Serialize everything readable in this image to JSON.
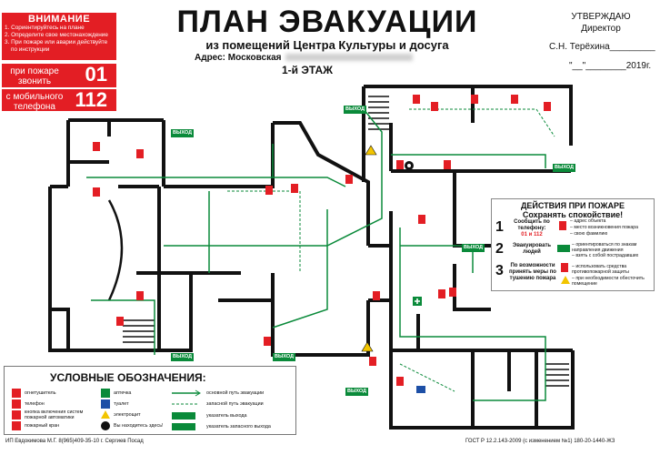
{
  "attention": {
    "title": "ВНИМАНИЕ",
    "items": [
      "1. Сориентируйтесь на плане",
      "2. Определите свое местонахождение",
      "3. При пожаре или аварии действуйте",
      "по инструкции"
    ]
  },
  "fire_call": {
    "label": "при пожаре звонить",
    "number": "01"
  },
  "mobile_call": {
    "label": "с мобильного телефона",
    "number": "112"
  },
  "header": {
    "title": "ПЛАН ЭВАКУАЦИИ",
    "subtitle": "из помещений Центра Культуры и досуга",
    "address_label": "Адрес: Московская",
    "floor": "1-й ЭТАЖ"
  },
  "approval": {
    "line1": "УТВЕРЖДАЮ",
    "line2": "Директор",
    "approver": "С.Н. Терёхина_________",
    "date": "\"__\"________2019г."
  },
  "actions": {
    "title": "ДЕЙСТВИЯ ПРИ ПОЖАРЕ",
    "subtitle": "Сохранять спокойствие!",
    "steps": [
      {
        "num": "1",
        "text": "Сообщить по телефону:",
        "phones": "01 и 112",
        "notes": [
          "– адрес объекта",
          "– место возникновения пожара",
          "– свою фамилию"
        ]
      },
      {
        "num": "2",
        "text": "Эвакуировать людей",
        "notes": [
          "– ориентироваться по знакам направления движения",
          "– взять с собой пострадавших"
        ]
      },
      {
        "num": "3",
        "text": "По возможности принять меры по тушению пожара",
        "notes": [
          "– использовать средства противопожарной защиты",
          "– при необходимости обесточить помещение"
        ]
      }
    ]
  },
  "legend": {
    "title": "УСЛОВНЫЕ ОБОЗНАЧЕНИЯ:",
    "items": [
      "огнетушитель",
      "телефон",
      "кнопка включения систем пожарной автоматики",
      "пожарный кран",
      "аптечка",
      "туалет",
      "электрощит",
      "Вы находитесь здесь!",
      "основной путь эвакуации",
      "запасной путь эвакуации",
      "указатель выхода",
      "указатель запасного выхода"
    ]
  },
  "exit_label": "ВЫХОД",
  "footer": {
    "left": "ИП Евдокимова М.Г.  8(965)409-35-10   г. Сергиев Посад",
    "right": "ГОСТ Р 12.2.143-2009 (с изменением №1) 180-20-1440-ЖЗ"
  },
  "colors": {
    "red": "#e31e24",
    "green": "#0a8a3a",
    "wall": "#111111"
  }
}
